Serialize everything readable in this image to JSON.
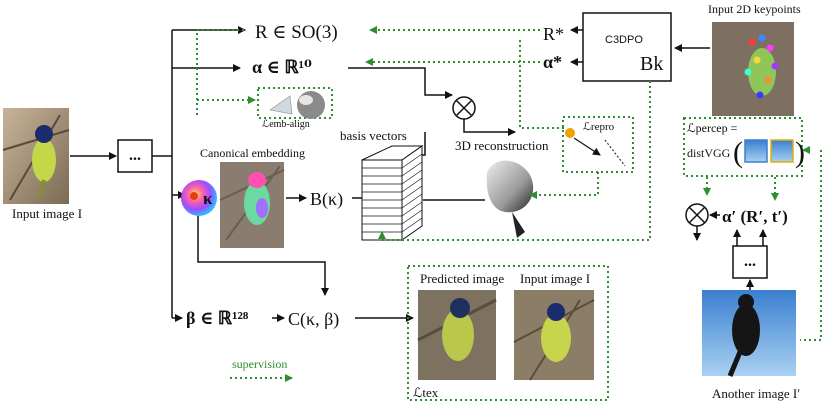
{
  "colors": {
    "supervision": "#2f8f2f",
    "arrow": "#111111",
    "sphere_highlight": "#f0a000"
  },
  "labels": {
    "input_image": "Input image I",
    "input_image_symbol": "I",
    "rotation": "R ∈ SO(3)",
    "alpha": "α ∈ ℝ¹⁰",
    "beta": "β ∈ ℝ¹²⁸",
    "c_func": "C(κ, β)",
    "b_func": "B(κ)",
    "canonical_embedding": "Canonical embedding",
    "basis_vectors": "basis vectors",
    "recon_3d": "3D reconstruction",
    "emb_align": "ℒemb-align",
    "repro": "ℒrepro",
    "c3dpo": "C3DPO",
    "r_star": "R*",
    "alpha_star": "α*",
    "b_k": "Bk",
    "input_keypoints": "Input 2D keypoints",
    "percep_1": "ℒpercep =",
    "percep_2": "distVGG",
    "alpha_prime": "α′ (R′, t′)",
    "predicted_image": "Predicted image",
    "input_image_2": "Input image I",
    "l_tex": "ℒtex",
    "supervision": "supervision",
    "another_image": "Another image I′",
    "kappa": "κ",
    "ellipsis": "..."
  },
  "icons": {
    "multiply": "⊗",
    "images": [
      "bird-photo",
      "canonical-embedding-bird",
      "predicted-bird",
      "another-bird",
      "keypoints-bird"
    ]
  }
}
